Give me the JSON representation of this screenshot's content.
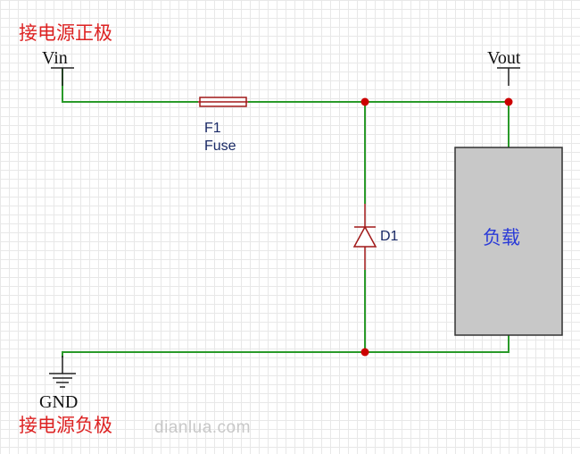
{
  "labels": {
    "vin_title": "接电源正极",
    "gnd_title": "接电源负极",
    "vin": "Vin",
    "vout": "Vout",
    "gnd": "GND",
    "fuse_ref": "F1",
    "fuse_value": "Fuse",
    "diode_ref": "D1",
    "load": "负载",
    "watermark": "dianlua.com"
  },
  "colors": {
    "wire": "#2a9a2a",
    "component": "#a01818",
    "junction": "#cc0000",
    "load_fill": "#c8c8c8",
    "label_red": "#dd2222",
    "label_blue": "#2a3ad8",
    "grid": "#e8e8e8"
  }
}
